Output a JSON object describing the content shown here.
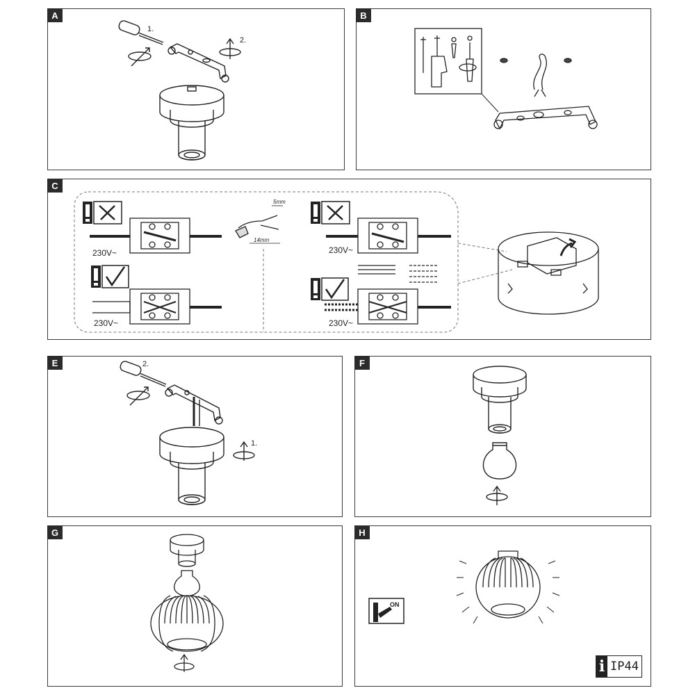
{
  "panels": [
    {
      "id": "A",
      "label": "A"
    },
    {
      "id": "B",
      "label": "B"
    },
    {
      "id": "C",
      "label": "C"
    },
    {
      "id": "E",
      "label": "E"
    },
    {
      "id": "F",
      "label": "F"
    },
    {
      "id": "G",
      "label": "G"
    },
    {
      "id": "H",
      "label": "H"
    }
  ],
  "steps": {
    "a_step1": "1.",
    "a_step2": "2.",
    "e_step1": "1.",
    "e_step2": "2."
  },
  "wiring": {
    "voltage": "230V~",
    "strip_short": "5mm",
    "strip_long": "14mm"
  },
  "switch_label": "ON",
  "rating": {
    "icon": "i",
    "text": "IP44"
  },
  "colors": {
    "line": "#222222",
    "tag_bg": "#2b2b2b"
  }
}
